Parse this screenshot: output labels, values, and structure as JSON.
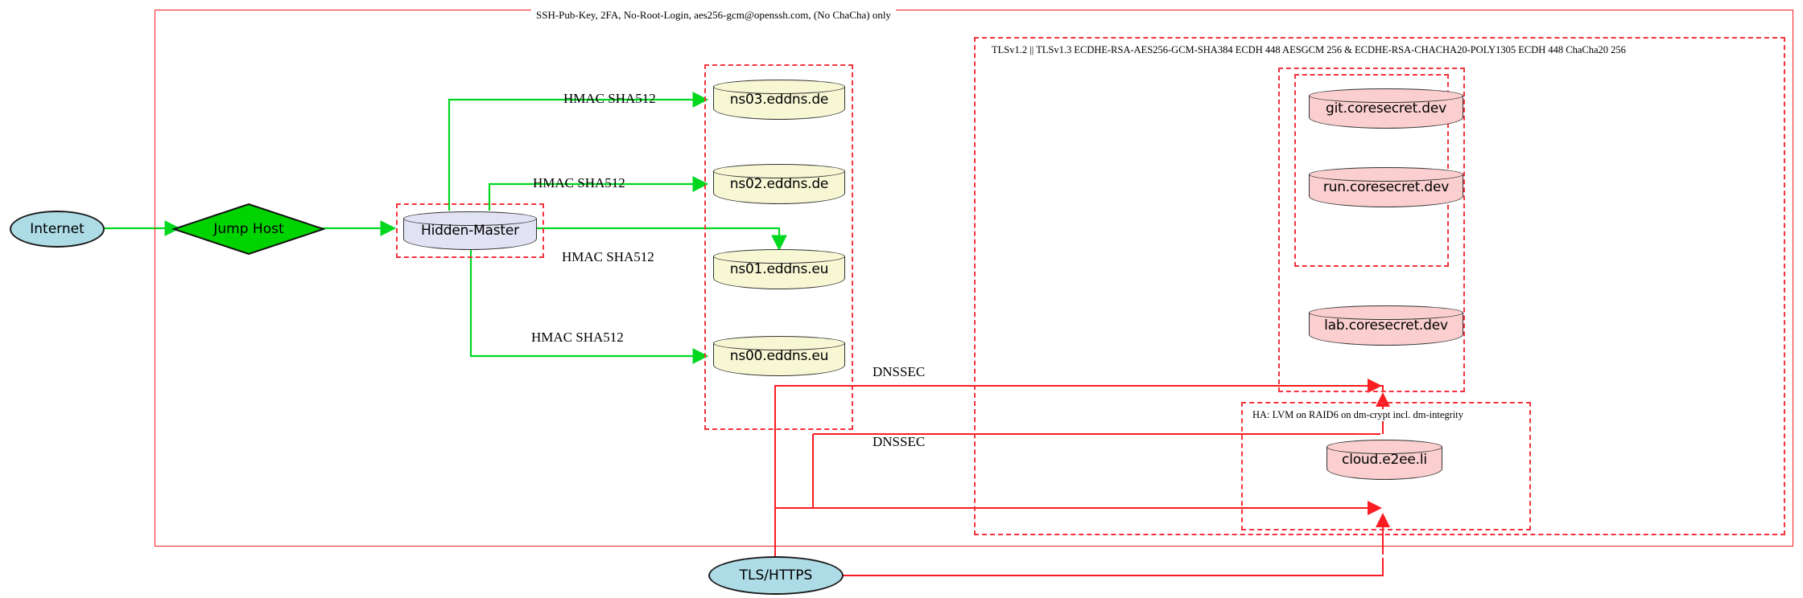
{
  "diagram": {
    "title_labels": {
      "ssh_policy": "SSH-Pub-Key, 2FA, No-Root-Login, aes256-gcm@openssh.com, (No ChaCha) only",
      "tls_policy": "TLSv1.2 || TLSv1.3 ECDHE-RSA-AES256-GCM-SHA384 ECDH 448 AESGCM 256 & ECDHE-RSA-CHACHA20-POLY1305 ECDH 448 ChaCha20 256",
      "ha_policy": "HA: LVM on RAID6 on dm-crypt incl. dm-integrity"
    },
    "nodes": {
      "internet": "Internet",
      "jump_host": "Jump Host",
      "hidden_master": "Hidden-Master",
      "ns03": "ns03.eddns.de",
      "ns02": "ns02.eddns.de",
      "ns01": "ns01.eddns.eu",
      "ns00": "ns00.eddns.eu",
      "git": "git.coresecret.dev",
      "run": "run.coresecret.dev",
      "lab": "lab.coresecret.dev",
      "cloud": "cloud.e2ee.li",
      "tls_https": "TLS/HTTPS"
    },
    "edge_labels": {
      "hmac_ns03": "HMAC SHA512",
      "hmac_ns02": "HMAC SHA512",
      "hmac_ns01": "HMAC SHA512",
      "hmac_ns00": "HMAC SHA512",
      "dnssec_upper": "DNSSEC",
      "dnssec_lower": "DNSSEC"
    },
    "colors": {
      "red_boundary": "#fb1d22",
      "red_dashed": "#f4333d",
      "green_edge": "#00d820",
      "node_yellow": "#f7f7d4",
      "node_pink": "#fbcfcf",
      "node_lavender": "#e2e2f5",
      "node_blue": "#addbe6",
      "node_green": "#00d400"
    }
  }
}
